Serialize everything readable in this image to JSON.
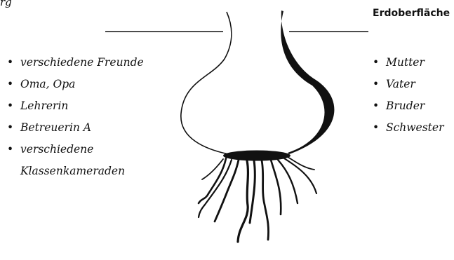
{
  "top_fragment": "rg",
  "surface_label": "Erdoberfläche",
  "left_list": [
    {
      "text": "verschiedene Freunde"
    },
    {
      "text": "Oma, Opa"
    },
    {
      "text": "Lehrerin"
    },
    {
      "text": "Betreuerin A"
    },
    {
      "text": "verschiedene",
      "text2": "Klassenkameraden"
    }
  ],
  "right_list": [
    {
      "text": "Mutter"
    },
    {
      "text": "Vater"
    },
    {
      "text": "Bruder"
    },
    {
      "text": "Schwester"
    }
  ],
  "colors": {
    "ink": "#111111",
    "background": "#ffffff"
  },
  "icons": {
    "bulb": "onion-bulb-icon",
    "roots": "roots-icon",
    "bullet": "bullet-icon"
  }
}
